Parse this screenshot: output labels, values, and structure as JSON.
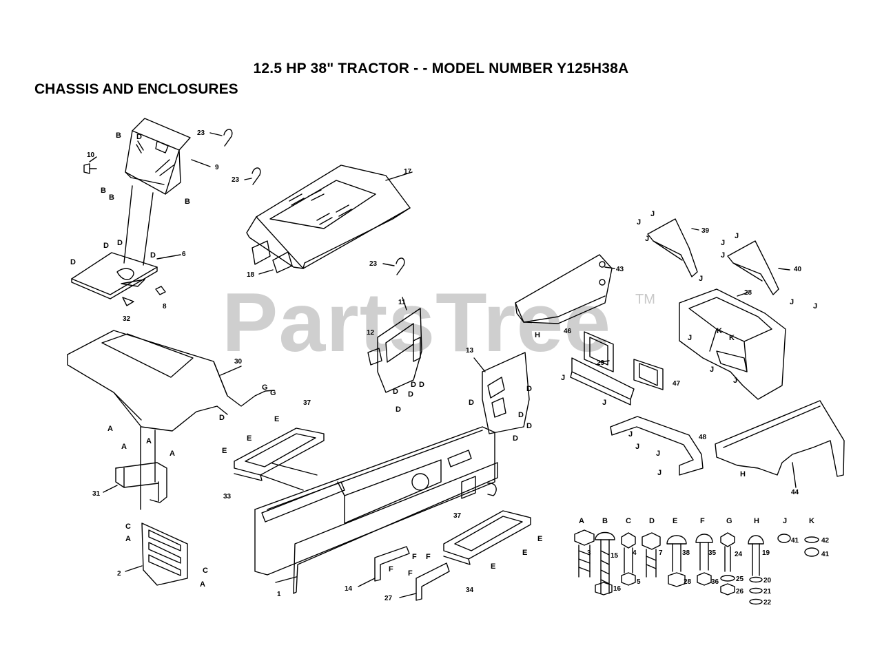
{
  "title": "12.5 HP 38\" TRACTOR - - MODEL NUMBER Y125H38A",
  "subtitle": "CHASSIS AND ENCLOSURES",
  "watermark": "PartsTree",
  "watermark_tm": "TM",
  "callouts": [
    {
      "id": "c9",
      "text": "9"
    },
    {
      "id": "c10",
      "text": "10"
    },
    {
      "id": "c23a",
      "text": "23"
    },
    {
      "id": "c23b",
      "text": "23"
    },
    {
      "id": "c23c",
      "text": "23"
    },
    {
      "id": "c17",
      "text": "17"
    },
    {
      "id": "c18",
      "text": "18"
    },
    {
      "id": "c6",
      "text": "6"
    },
    {
      "id": "c8",
      "text": "8"
    },
    {
      "id": "c32",
      "text": "32"
    },
    {
      "id": "c11",
      "text": "11"
    },
    {
      "id": "c12",
      "text": "12"
    },
    {
      "id": "c13",
      "text": "13"
    },
    {
      "id": "c39",
      "text": "39"
    },
    {
      "id": "c40",
      "text": "40"
    },
    {
      "id": "c43",
      "text": "43"
    },
    {
      "id": "c28",
      "text": "28"
    },
    {
      "id": "c46",
      "text": "46"
    },
    {
      "id": "c29",
      "text": "29"
    },
    {
      "id": "c47",
      "text": "47"
    },
    {
      "id": "c30",
      "text": "30"
    },
    {
      "id": "c37a",
      "text": "37"
    },
    {
      "id": "c37b",
      "text": "37"
    },
    {
      "id": "c33",
      "text": "33"
    },
    {
      "id": "c31",
      "text": "31"
    },
    {
      "id": "c2",
      "text": "2"
    },
    {
      "id": "c1",
      "text": "1"
    },
    {
      "id": "c14",
      "text": "14"
    },
    {
      "id": "c27",
      "text": "27"
    },
    {
      "id": "c34",
      "text": "34"
    },
    {
      "id": "c48",
      "text": "48"
    },
    {
      "id": "c44",
      "text": "44"
    }
  ],
  "hardware_headers": [
    "A",
    "B",
    "C",
    "D",
    "E",
    "F",
    "G",
    "H",
    "J",
    "K"
  ],
  "hardware_numbers": [
    {
      "id": "h3",
      "text": "3"
    },
    {
      "id": "h15",
      "text": "15"
    },
    {
      "id": "h4",
      "text": "4"
    },
    {
      "id": "h7",
      "text": "7"
    },
    {
      "id": "h38",
      "text": "38"
    },
    {
      "id": "h35",
      "text": "35"
    },
    {
      "id": "h24",
      "text": "24"
    },
    {
      "id": "h19",
      "text": "19"
    },
    {
      "id": "h41a",
      "text": "41"
    },
    {
      "id": "h42",
      "text": "42"
    },
    {
      "id": "h41b",
      "text": "41"
    },
    {
      "id": "h16",
      "text": "16"
    },
    {
      "id": "h5",
      "text": "5"
    },
    {
      "id": "h28",
      "text": "28"
    },
    {
      "id": "h36",
      "text": "36"
    },
    {
      "id": "h25",
      "text": "25"
    },
    {
      "id": "h26",
      "text": "26"
    },
    {
      "id": "h20",
      "text": "20"
    },
    {
      "id": "h21",
      "text": "21"
    },
    {
      "id": "h22",
      "text": "22"
    }
  ],
  "fastener_letters": {
    "B": "B",
    "D": "D",
    "A": "A",
    "C": "C",
    "E": "E",
    "F": "F",
    "G": "G",
    "H": "H",
    "J": "J",
    "K": "K"
  }
}
